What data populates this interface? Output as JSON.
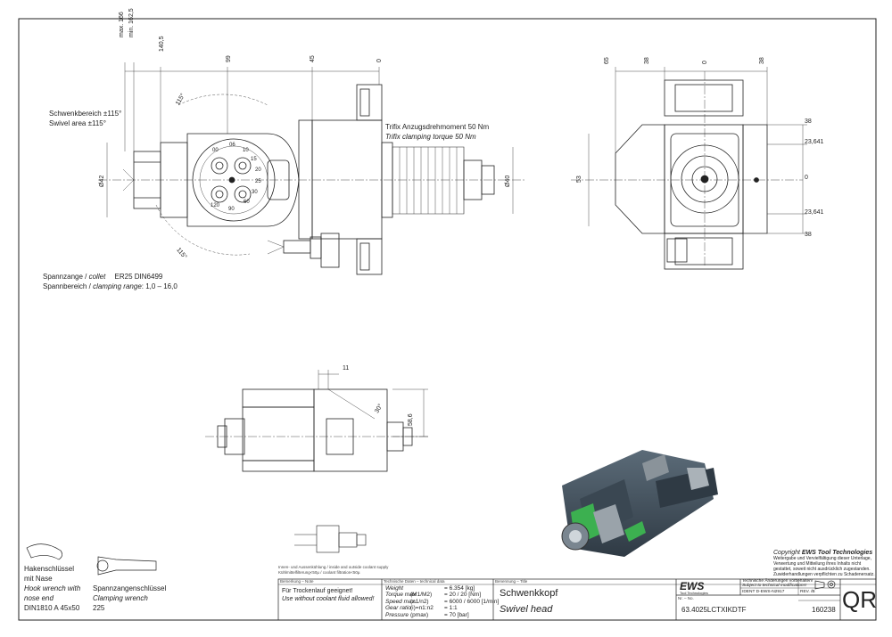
{
  "annotations": {
    "swivel_de": "Schwenkbereich ±115°",
    "swivel_en": "Swivel area ±115°",
    "torque_de": "Trifix Anzugsdrehmoment  50 Nm",
    "torque_en": "Trifix clamping torque  50 Nm",
    "collet_de": "Spannzange /",
    "collet_en": "collet",
    "collet_spec": "ER25    DIN6499",
    "range_de": "Spannbereich /",
    "range_en": "clamping range",
    "range_value": ": 1,0 – 16,0",
    "coolant_line1": "Innen- und Aussenkühlung / inside and outside coolant supply",
    "coolant_line2": "Kühlmittelfilterung<50µ / coolant filtration<50µ"
  },
  "dimensions": {
    "max166": "max. 166",
    "min162": "min. 162,5",
    "d140": "140,5",
    "d99": "99",
    "d45": "45",
    "d0_left": "0",
    "d115_top": "115°",
    "d115_bot": "115°",
    "d42": "Ø42",
    "d40": "Ø40",
    "r65": "65",
    "r38a": "38",
    "r0": "0",
    "r38b": "38",
    "r38c": "38",
    "r23a": "23,641",
    "r0b": "0",
    "r23b": "23,641",
    "r38d": "38",
    "r53": "53",
    "s11": "11",
    "s30": "30°",
    "s58": "58,6"
  },
  "dial": [
    "00",
    "06",
    "10",
    "15",
    "20",
    "25",
    "30",
    "60",
    "90",
    "120"
  ],
  "tools": {
    "hook_de1": "Hakenschlüssel",
    "hook_de2": "mit Nase",
    "hook_en1": "Hook wrench with",
    "hook_en2": "nose end",
    "hook_spec": "DIN1810  A  45x50",
    "collet_wrench_de": "Spannzangenschlüssel",
    "collet_wrench_en": "Clamping wrench",
    "collet_wrench_no": "225"
  },
  "title_block": {
    "remark_hdr": "Bemerkung – Note",
    "remark_de": "Für Trockenlauf geeignet!",
    "remark_en": "Use without coolant fluid allowed!",
    "tech_hdr": "Technische Daten – technical data",
    "tech_rows": [
      {
        "label": "Weight",
        "sym": "",
        "value": "= 6.354 [kg]"
      },
      {
        "label": "Torque max",
        "sym": "(M1/M2)",
        "value": "= 20 / 20 [Nm]"
      },
      {
        "label": "Speed max.",
        "sym": "(n1/n2)",
        "value": "= 6000 / 6000 [1/min]"
      },
      {
        "label": "Gear ratio",
        "sym": "(i)=n1:n2",
        "value": "= 1:1"
      },
      {
        "label": "Pressure",
        "sym": "(pmax)",
        "value": "= 70 [bar]"
      }
    ],
    "name_hdr": "Benennung – Title",
    "name_de": "Schwenkkopf",
    "name_en": "Swivel head",
    "logo": "EWS",
    "logo_sub": "Tool Technologies",
    "part_no_hdr": "Nr. – No.",
    "part_no": "63.4025LCTXIKDTF",
    "note_de": "Technische Änderungen vorbehalten!",
    "note_en": "Subject to technical modifications!",
    "ident": "IDENT   D-EWS-N2917",
    "rev": "REV.   /B",
    "drawing_no": "160238",
    "qr": "QR"
  },
  "copyright": {
    "title_prefix": "Copyright ",
    "title_brand": "EWS Tool Technologies",
    "lines": [
      "Weitergabe und Vervielfältigung dieser Unterlage,",
      "Verwertung und Mitteilung ihres Inhalts nicht",
      "gestattet, soweit nicht ausdrücklich zugestanden.",
      "Zuwiderhandlungen verpflichten zu Schadenersatz."
    ]
  }
}
